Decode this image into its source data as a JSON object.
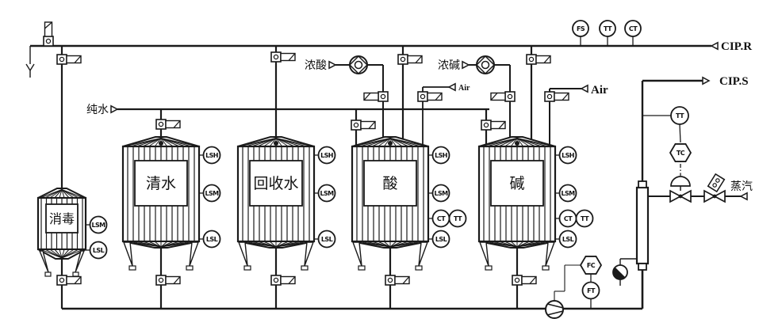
{
  "colors": {
    "line": "#1a1a1a",
    "background": "#ffffff"
  },
  "streams": {
    "cip_return": "CIP.R",
    "cip_supply": "CIP.S",
    "pure_water": "纯水",
    "concentrated_acid": "浓酸",
    "concentrated_caustic": "浓碱",
    "air_acid_tank": "Air",
    "air_caustic_tank": "Air",
    "steam": "蒸汽"
  },
  "header_instruments": [
    {
      "tag": "FS"
    },
    {
      "tag": "TT"
    },
    {
      "tag": "CT"
    }
  ],
  "tanks": [
    {
      "name": "disinfectant-tank",
      "label": "消毒",
      "instruments": [
        {
          "tag": "LSM"
        },
        {
          "tag": "LSL"
        }
      ]
    },
    {
      "name": "clean-water-tank",
      "label": "清水",
      "instruments": [
        {
          "tag": "LSH"
        },
        {
          "tag": "LSM"
        },
        {
          "tag": "LSL"
        }
      ]
    },
    {
      "name": "recovered-water-tank",
      "label": "回收水",
      "instruments": [
        {
          "tag": "LSH"
        },
        {
          "tag": "LSM"
        },
        {
          "tag": "LSL"
        }
      ]
    },
    {
      "name": "acid-tank",
      "label": "酸",
      "instruments": [
        {
          "tag": "LSH"
        },
        {
          "tag": "LSM"
        },
        {
          "tag": "CT"
        },
        {
          "tag": "TT"
        },
        {
          "tag": "LSL"
        }
      ]
    },
    {
      "name": "caustic-tank",
      "label": "碱",
      "instruments": [
        {
          "tag": "LSH"
        },
        {
          "tag": "LSM"
        },
        {
          "tag": "CT"
        },
        {
          "tag": "TT"
        },
        {
          "tag": "LSL"
        }
      ]
    }
  ],
  "heater_loop": {
    "transmitter": "TT",
    "controller": "TC"
  },
  "flow_loop": {
    "controller": "FC",
    "transmitter": "FT"
  }
}
